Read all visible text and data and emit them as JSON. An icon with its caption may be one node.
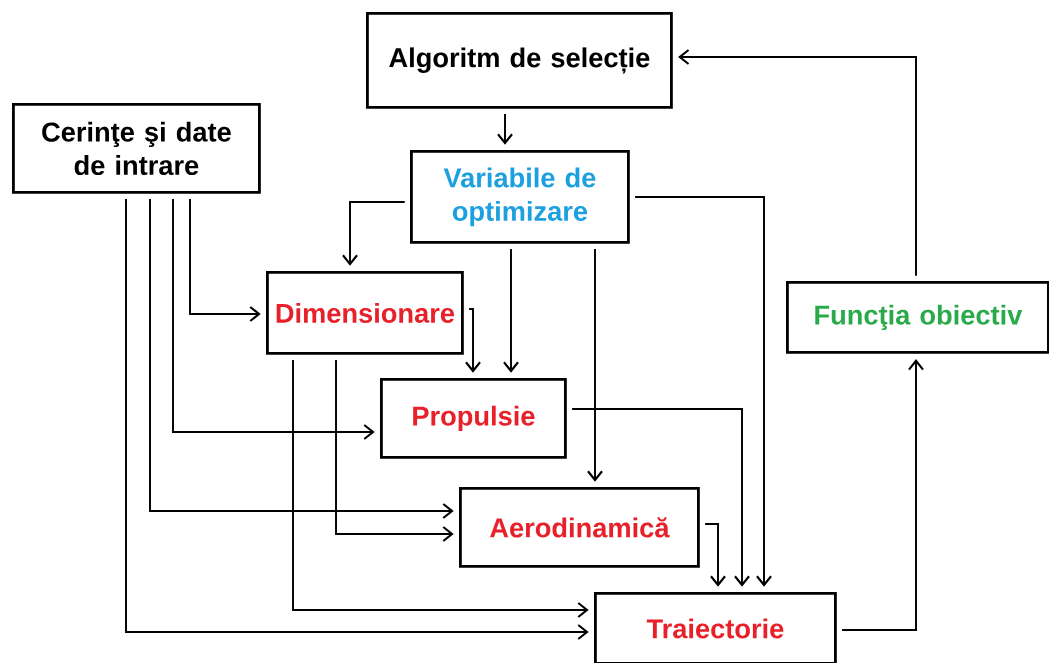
{
  "diagram": {
    "nodes": [
      {
        "text": [
          "Algoritm de selecție"
        ]
      },
      {
        "text": [
          "Cerinţe şi date de intrare"
        ]
      },
      {
        "text": [
          "Variabile de optimizare"
        ]
      },
      {
        "text": [
          "Dimensionare"
        ]
      },
      {
        "text": [
          "Propulsie"
        ]
      },
      {
        "text": [
          "Aerodinamică"
        ]
      },
      {
        "text": [
          "Traiectorie"
        ]
      },
      {
        "text": [
          "Funcţia obiectiv"
        ]
      }
    ],
    "edges": [
      {
        "from": 0,
        "to": 2,
        "arrow": "to"
      },
      {
        "from": 2,
        "to": 3,
        "arrow": "to"
      },
      {
        "from": 2,
        "to": 4,
        "arrow": "to"
      },
      {
        "from": 2,
        "to": 5,
        "arrow": "to"
      },
      {
        "from": 2,
        "to": 6,
        "arrow": "to"
      },
      {
        "from": 1,
        "to": 3,
        "arrow": "to"
      },
      {
        "from": 1,
        "to": 4,
        "arrow": "to"
      },
      {
        "from": 1,
        "to": 5,
        "arrow": "to"
      },
      {
        "from": 1,
        "to": 6,
        "arrow": "to"
      },
      {
        "from": 3,
        "to": 4,
        "arrow": "to"
      },
      {
        "from": 3,
        "to": 5,
        "arrow": "to"
      },
      {
        "from": 3,
        "to": 6,
        "arrow": "to"
      },
      {
        "from": 4,
        "to": 6,
        "arrow": "to"
      },
      {
        "from": 5,
        "to": 6,
        "arrow": "to"
      },
      {
        "from": 6,
        "to": 7,
        "arrow": "to"
      },
      {
        "from": 7,
        "to": 0,
        "arrow": "to"
      }
    ]
  }
}
